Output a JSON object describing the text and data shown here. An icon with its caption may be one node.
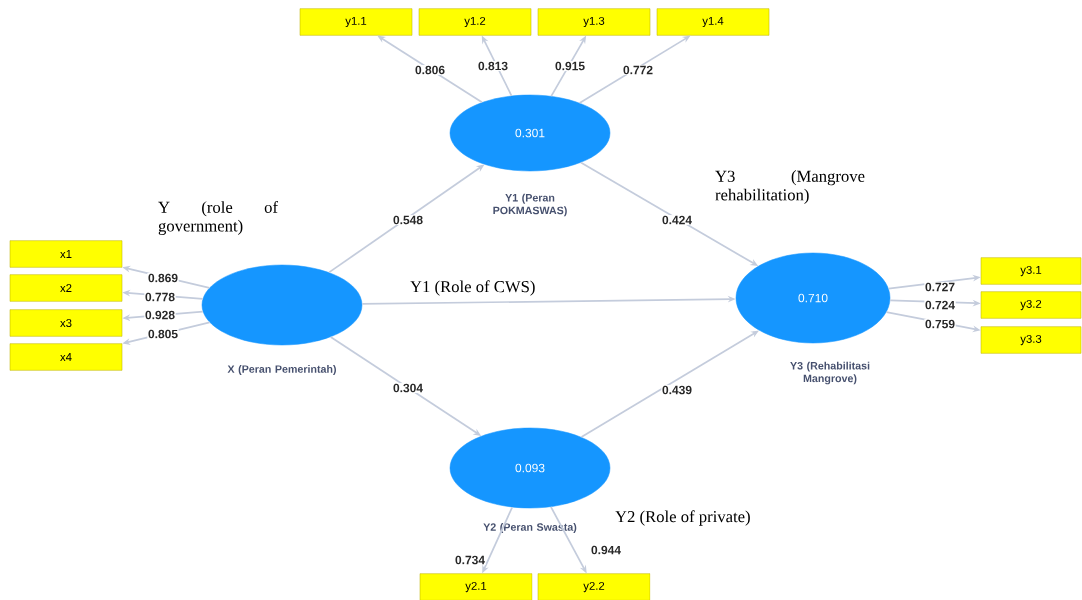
{
  "diagram": {
    "nodes": [
      {
        "text": [
          "y1.1"
        ]
      },
      {
        "text": [
          "y1.2"
        ]
      },
      {
        "text": [
          "y1.3"
        ]
      },
      {
        "text": [
          "y1.4"
        ]
      },
      {
        "text": [
          "0.301",
          "Y1 (Peran POKMASWAS)"
        ]
      },
      {
        "text": [
          "x1"
        ]
      },
      {
        "text": [
          "x2"
        ]
      },
      {
        "text": [
          "x3"
        ]
      },
      {
        "text": [
          "x4"
        ]
      },
      {
        "text": [
          "X (Peran Pemerintah)"
        ]
      },
      {
        "text": [
          "0.710",
          "Y3 (Rehabilitasi Mangrove)"
        ]
      },
      {
        "text": [
          "y3.1"
        ]
      },
      {
        "text": [
          "y3.2"
        ]
      },
      {
        "text": [
          "y3.3"
        ]
      },
      {
        "text": [
          "0.093",
          "Y2 (Peran Swasta)"
        ]
      },
      {
        "text": [
          "y2.1"
        ]
      },
      {
        "text": [
          "y2.2"
        ]
      }
    ],
    "edges": [
      {
        "from": 9,
        "to": 4,
        "arrow": "to",
        "label": "0.548"
      },
      {
        "from": 9,
        "to": 10,
        "arrow": "to"
      },
      {
        "from": 9,
        "to": 14,
        "arrow": "to",
        "label": "0.304"
      },
      {
        "from": 4,
        "to": 10,
        "arrow": "to",
        "label": "0.424"
      },
      {
        "from": 14,
        "to": 10,
        "arrow": "to",
        "label": "0.439"
      },
      {
        "from": 9,
        "to": 5,
        "arrow": "to",
        "label": "0.869"
      },
      {
        "from": 9,
        "to": 6,
        "arrow": "to",
        "label": "0.778"
      },
      {
        "from": 9,
        "to": 7,
        "arrow": "to",
        "label": "0.928"
      },
      {
        "from": 9,
        "to": 8,
        "arrow": "to",
        "label": "0.805"
      },
      {
        "from": 4,
        "to": 0,
        "arrow": "to",
        "label": "0.806"
      },
      {
        "from": 4,
        "to": 1,
        "arrow": "to",
        "label": "0.813"
      },
      {
        "from": 4,
        "to": 2,
        "arrow": "to",
        "label": "0.915"
      },
      {
        "from": 4,
        "to": 3,
        "arrow": "to",
        "label": "0.772"
      },
      {
        "from": 10,
        "to": 11,
        "arrow": "to",
        "label": "0.727"
      },
      {
        "from": 10,
        "to": 12,
        "arrow": "to",
        "label": "0.724"
      },
      {
        "from": 10,
        "to": 13,
        "arrow": "to",
        "label": "0.759"
      },
      {
        "from": 14,
        "to": 15,
        "arrow": "to",
        "label": "0.734"
      },
      {
        "from": 14,
        "to": 16,
        "arrow": "to",
        "label": "0.944"
      }
    ],
    "labels": [
      "Y (role of government)",
      "Y1 (Role of CWS)",
      "Y3 (Mangrove rehabilitation)",
      "Y2 (Role of private)"
    ]
  }
}
